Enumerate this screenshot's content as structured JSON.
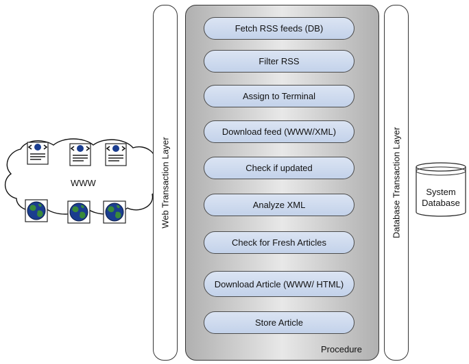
{
  "layers": {
    "web": "Web Transaction Layer",
    "database": "Database Transaction Layer"
  },
  "procedure": {
    "label": "Procedure",
    "steps": [
      "Fetch RSS feeds (DB)",
      "Filter RSS",
      "Assign to Terminal",
      "Download feed (WWW/XML)",
      "Check if updated",
      "Analyze XML",
      "Check for Fresh Articles",
      "Download Article (WWW/ HTML)",
      "Store Article"
    ]
  },
  "www": {
    "label": "WWW",
    "icons": [
      "web-document-icon",
      "web-document-icon",
      "web-document-icon",
      "globe-icon",
      "globe-icon",
      "globe-icon"
    ]
  },
  "database": {
    "line1": "System",
    "line2": "Database"
  },
  "colors": {
    "step_fill": "#c9d6ec",
    "procedure_fill": "#d4d4d4",
    "globe_green": "#3a8a3a",
    "globe_blue": "#1a3d8f"
  }
}
